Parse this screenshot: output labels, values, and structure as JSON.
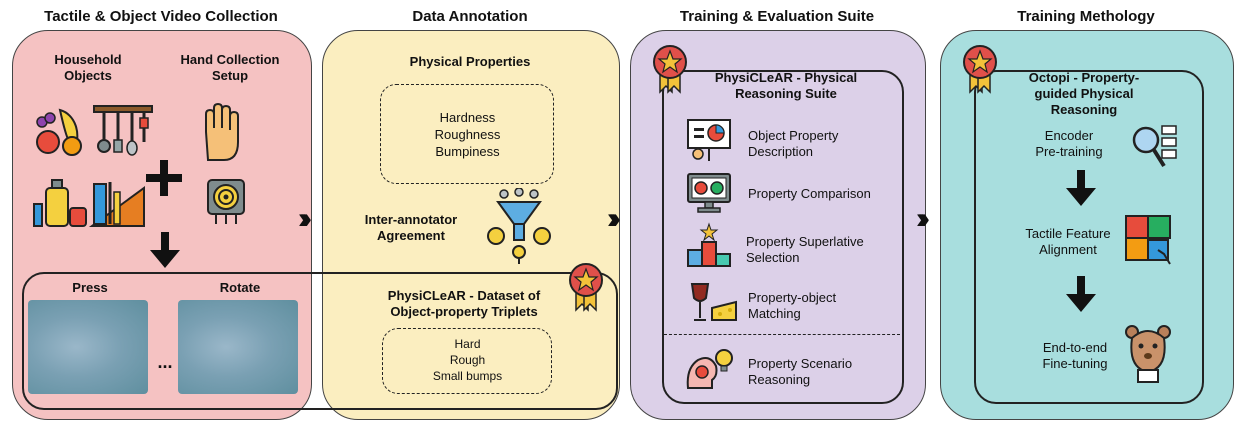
{
  "stages": [
    {
      "title": "Tactile & Object Video Collection"
    },
    {
      "title": "Data Annotation"
    },
    {
      "title": "Training & Evaluation Suite"
    },
    {
      "title": "Training Methology"
    }
  ],
  "collection": {
    "household_label": "Household\nObjects",
    "hand_label": "Hand Collection\nSetup",
    "press_label": "Press",
    "rotate_label": "Rotate",
    "ellipsis": "..."
  },
  "annotation": {
    "physical_properties_title": "Physical Properties",
    "properties": [
      "Hardness",
      "Roughness",
      "Bumpiness"
    ],
    "agreement_label": "Inter-annotator\nAgreement",
    "dataset_title": "PhysiCLeAR - Dataset of\nObject-property Triplets",
    "triplet_values": [
      "Hard",
      "Rough",
      "Small bumps"
    ]
  },
  "suite": {
    "title": "PhysiCLeAR - Physical\nReasoning Suite",
    "tasks": [
      {
        "label": "Object Property\nDescription",
        "icon": "presentation-icon"
      },
      {
        "label": "Property Comparison",
        "icon": "monitor-compare-icon"
      },
      {
        "label": "Property Superlative\nSelection",
        "icon": "podium-icon"
      },
      {
        "label": "Property-object\nMatching",
        "icon": "wine-cheese-icon"
      },
      {
        "label": "Property Scenario\nReasoning",
        "icon": "brain-idea-icon"
      }
    ]
  },
  "methodology": {
    "title": "Octopi - Property-\nguided Physical\nReasoning",
    "steps": [
      {
        "label": "Encoder\nPre-training",
        "icon": "magnifier-list-icon"
      },
      {
        "label": "Tactile Feature\nAlignment",
        "icon": "puzzle-icon"
      },
      {
        "label": "End-to-end\nFine-tuning",
        "icon": "octopus-character-icon"
      }
    ]
  },
  "colors": {
    "panel1": "#f5c2c2",
    "panel2": "#fbeec0",
    "panel3": "#dcd0e8",
    "panel4": "#a8dede",
    "badge_red": "#e0504a",
    "badge_gold": "#f3c23a"
  }
}
